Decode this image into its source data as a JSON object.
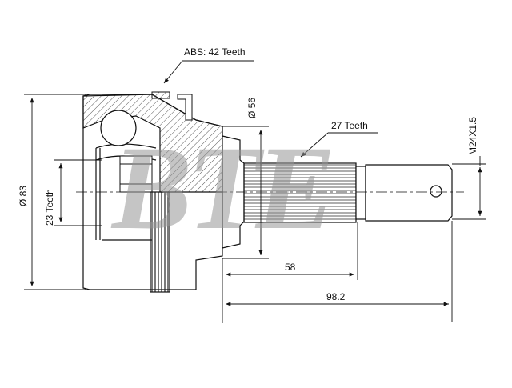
{
  "labels": {
    "abs": "ABS: 42 Teeth",
    "spline": "27 Teeth",
    "diameter_56": "Ø 56",
    "thread": "M24X1.5",
    "diameter_83": "Ø 83",
    "inner_teeth": "23 Teeth",
    "length_58": "58",
    "length_98": "98.2"
  },
  "watermark": "BTE",
  "colors": {
    "line": "#111111",
    "watermark": "#969696",
    "hatch": "#555555"
  }
}
